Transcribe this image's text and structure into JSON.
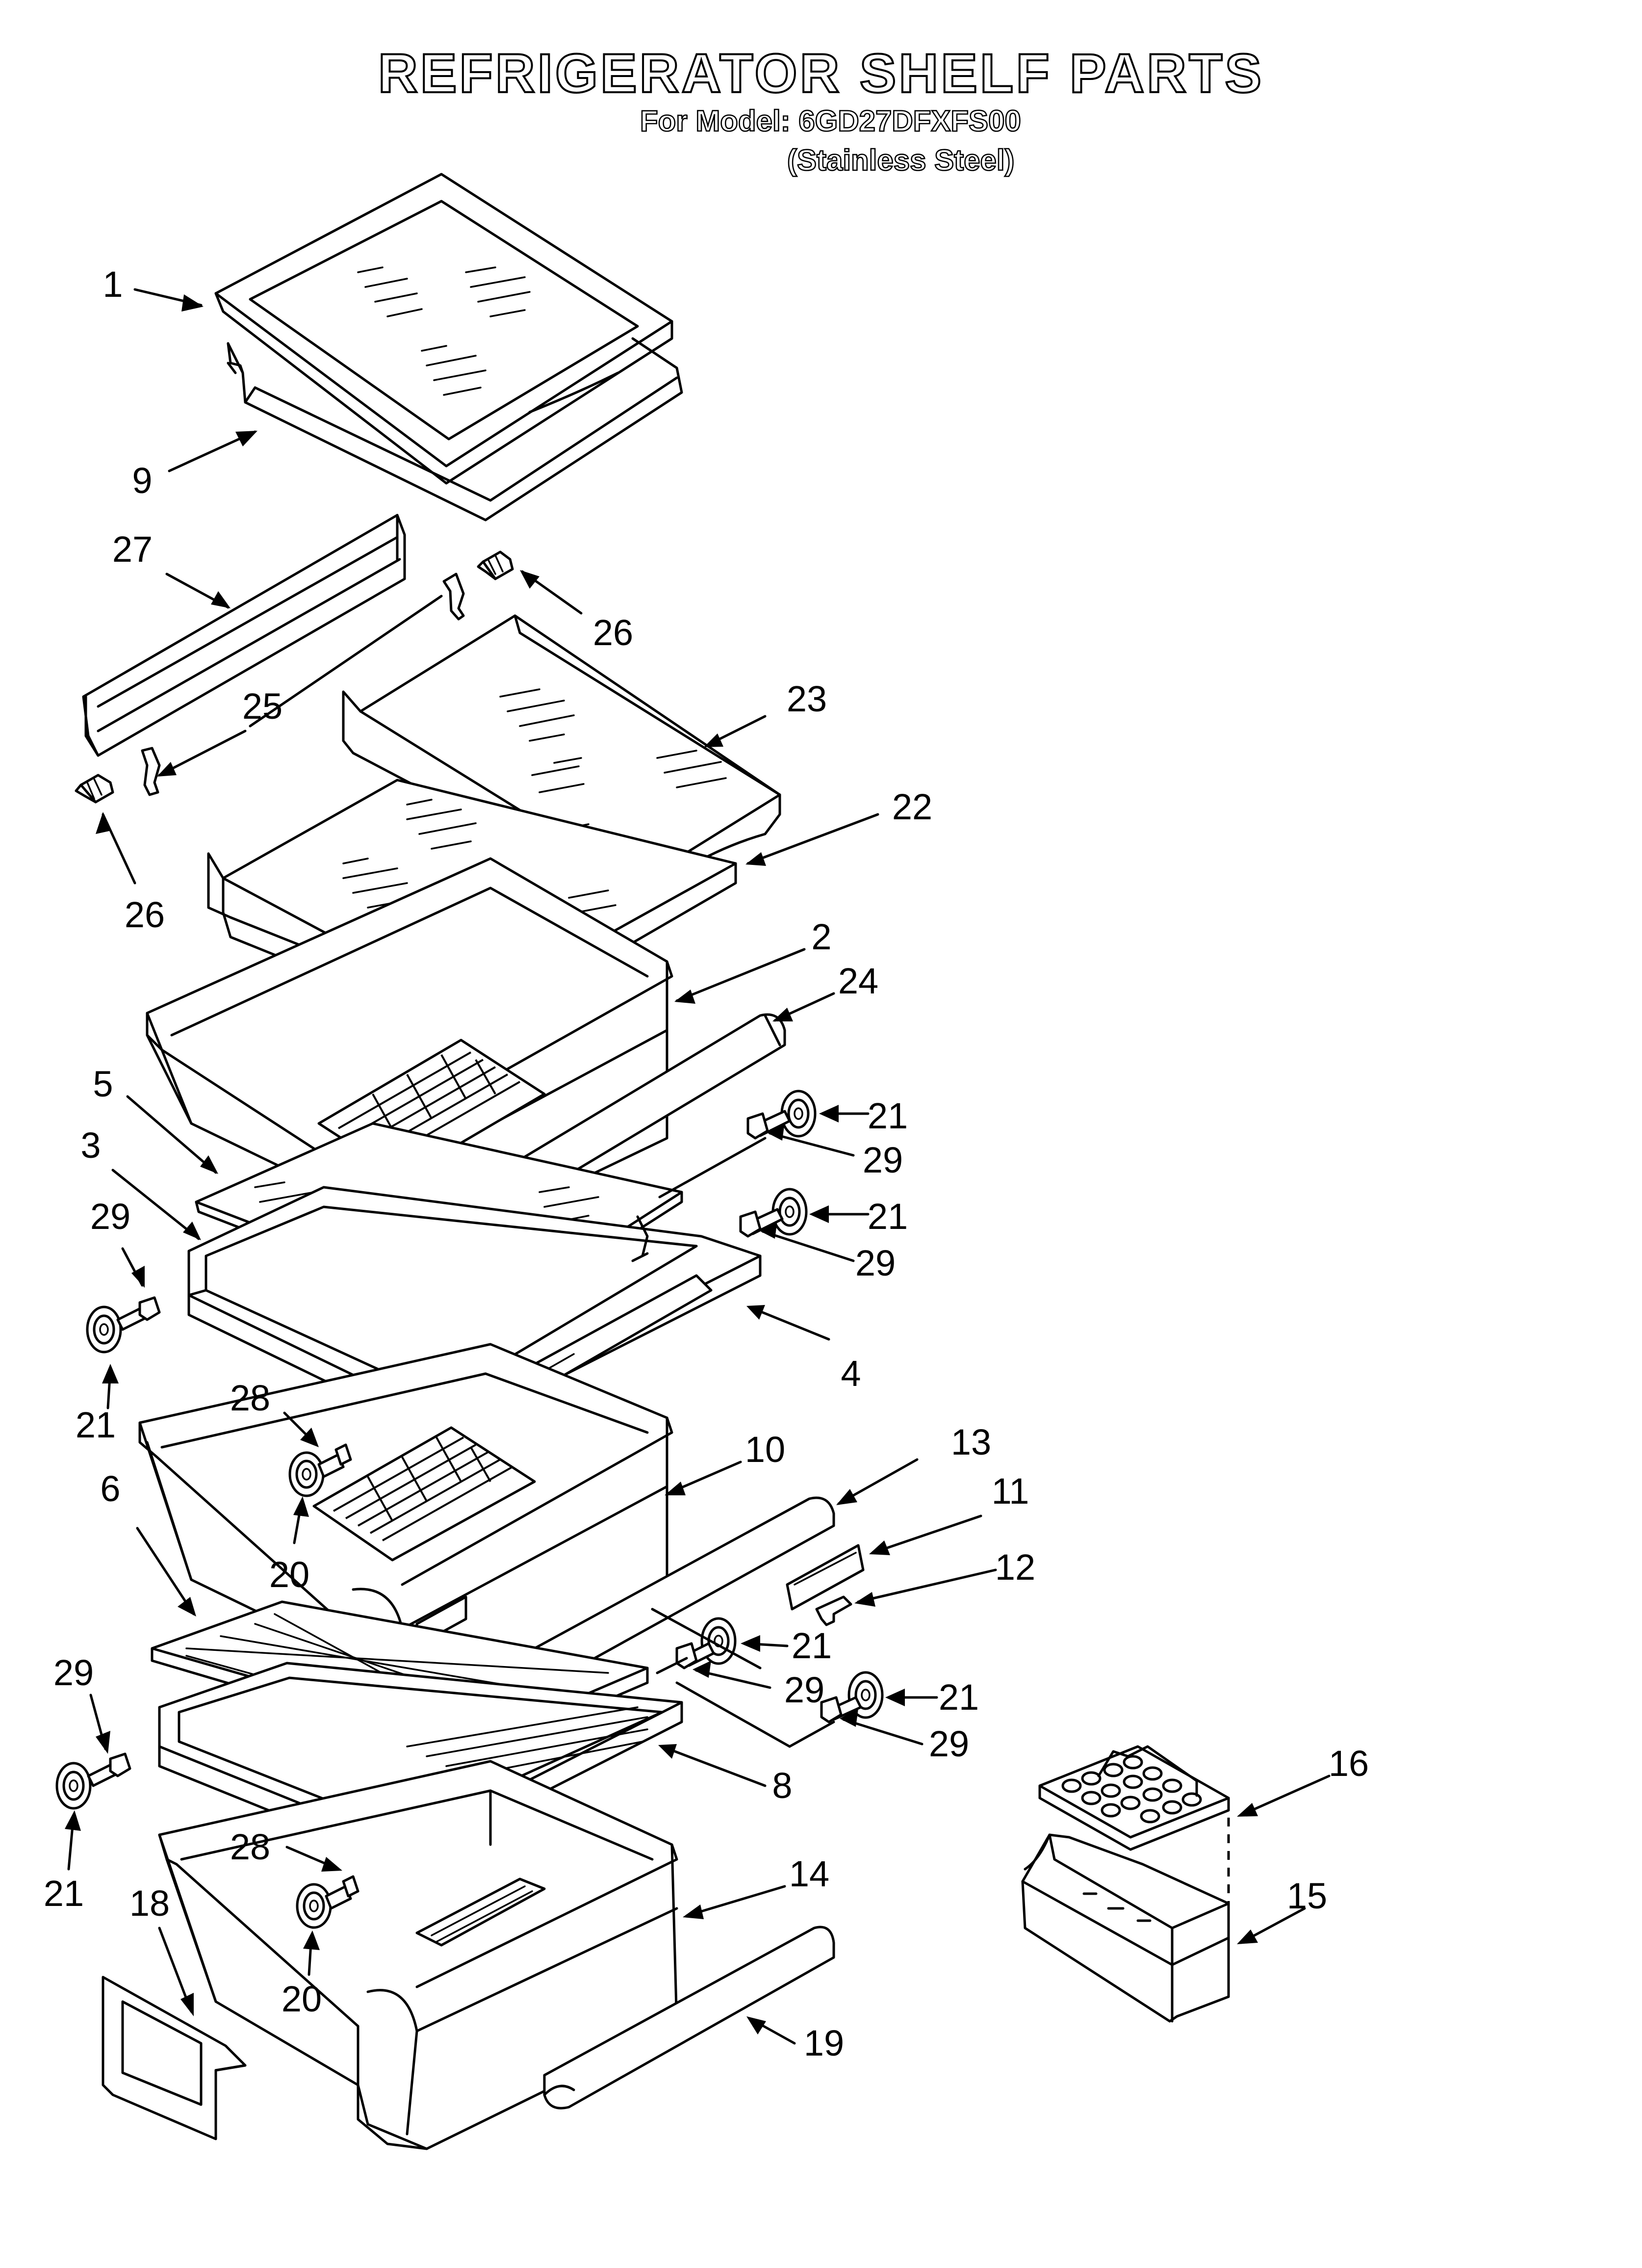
{
  "header": {
    "title": "REFRIGERATOR SHELF PARTS",
    "model_line": "For Model: 6GD27DFXFS00",
    "finish_line": "(Stainless Steel)"
  },
  "labels": {
    "p1": "1",
    "p9": "9",
    "p27": "27",
    "p26a": "26",
    "p25": "25",
    "p23": "23",
    "p26b": "26",
    "p22": "22",
    "p2": "2",
    "p24": "24",
    "p5": "5",
    "p3": "3",
    "p21a": "21",
    "p29a": "29",
    "p21b": "21",
    "p29b": "29",
    "p29c": "29",
    "p21c": "21",
    "p4": "4",
    "p28a": "28",
    "p10": "10",
    "p13": "13",
    "p6": "6",
    "p11": "11",
    "p20a": "20",
    "p12": "12",
    "p21d": "21",
    "p29d": "29",
    "p21e": "21",
    "p29e": "29",
    "p29f": "29",
    "p16": "16",
    "p8": "8",
    "p21f": "21",
    "p28b": "28",
    "p14": "14",
    "p15": "15",
    "p18": "18",
    "p20b": "20",
    "p19": "19"
  }
}
